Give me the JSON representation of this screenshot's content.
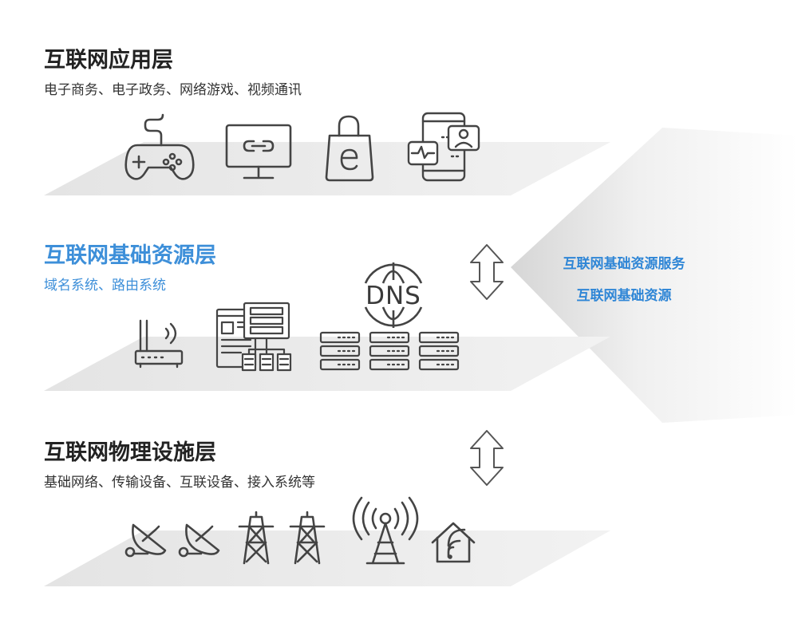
{
  "layers": [
    {
      "title": "互联网应用层",
      "subtitle": "电子商务、电子政务、网络游戏、视频通讯",
      "icons": [
        "gamepad-icon",
        "monitor-link-icon",
        "shopping-bag-e-icon",
        "mobile-video-call-icon"
      ]
    },
    {
      "title": "互联网基础资源层",
      "subtitle": "域名系统、路由系统",
      "icons": [
        "router-icon",
        "web-hierarchy-icon",
        "dns-globe-icon",
        "server-rack-icon"
      ],
      "dns_label": "DNS"
    },
    {
      "title": "互联网物理设施层",
      "subtitle": "基础网络、传输设备、互联设备、接入系统等",
      "icons": [
        "satellite-dish-icon",
        "satellite-dish-icon",
        "transmission-tower-icon",
        "transmission-tower-icon",
        "broadcast-antenna-icon",
        "smart-home-icon"
      ]
    }
  ],
  "side_panel": {
    "line1": "互联网基础资源服务",
    "line2": "互联网基础资源"
  },
  "colors": {
    "accent": "#3d8fd9",
    "icon": "#444444",
    "plate": "#ececec",
    "title": "#222222"
  }
}
